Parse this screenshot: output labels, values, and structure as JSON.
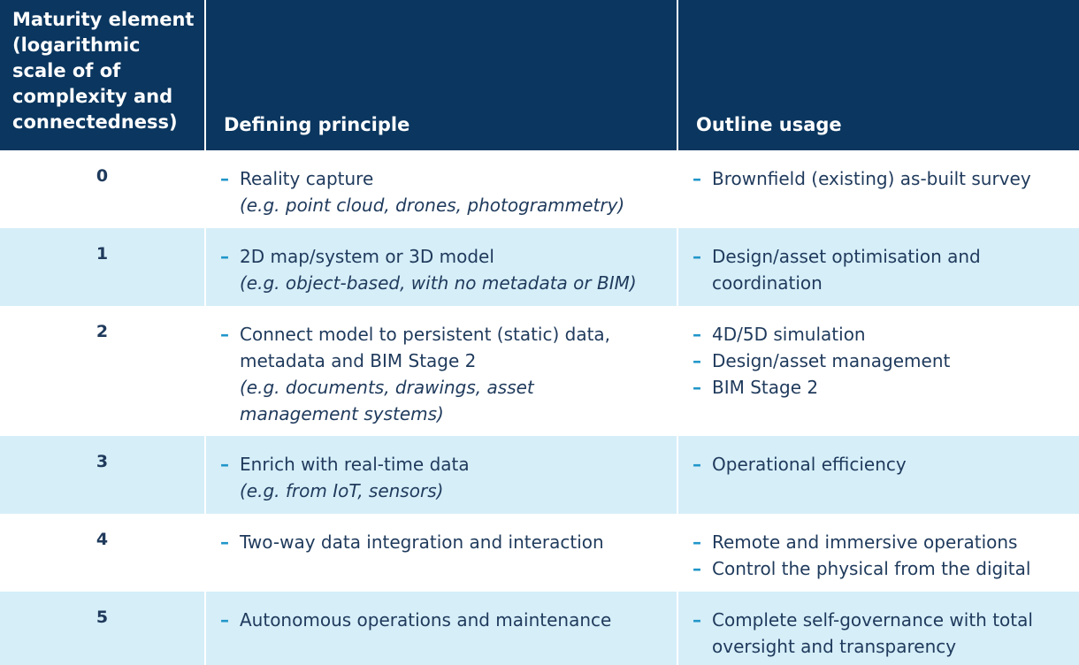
{
  "header": {
    "col1": "Maturity element (logarithmic scale of of complexity and connectedness)",
    "col1_lines": [
      "Maturity element",
      "(logarithmic",
      "scale of of",
      "complexity and",
      "connectedness)"
    ],
    "col2": "Defining principle",
    "col3": "Outline usage"
  },
  "dash": "–",
  "colors": {
    "header_bg": "#0a365f",
    "row_alt_bg": "#d6eef8",
    "text": "#1f3a5c",
    "dash": "#2196c9"
  },
  "rows": [
    {
      "level": "0",
      "principle": [
        "Reality capture"
      ],
      "principle_example": [
        "(e.g. point cloud, drones, photogrammetry)"
      ],
      "usage": [
        [
          "Brownfield (existing) as-built survey"
        ]
      ]
    },
    {
      "level": "1",
      "principle": [
        "2D map/system or 3D model"
      ],
      "principle_example": [
        "(e.g. object-based, with no metadata or BIM)"
      ],
      "usage": [
        [
          "Design/asset optimisation and",
          "coordination"
        ]
      ]
    },
    {
      "level": "2",
      "principle": [
        "Connect model to persistent (static) data,",
        "metadata and BIM Stage 2"
      ],
      "principle_example": [
        "(e.g. documents, drawings, asset",
        "management systems)"
      ],
      "usage": [
        [
          "4D/5D simulation"
        ],
        [
          "Design/asset management"
        ],
        [
          "BIM Stage 2"
        ]
      ]
    },
    {
      "level": "3",
      "principle": [
        "Enrich with real-time data"
      ],
      "principle_example": [
        "(e.g. from IoT, sensors)"
      ],
      "usage": [
        [
          "Operational efficiency"
        ]
      ]
    },
    {
      "level": "4",
      "principle": [
        "Two-way data integration and interaction"
      ],
      "principle_example": [],
      "usage": [
        [
          "Remote and immersive operations"
        ],
        [
          "Control the physical from the digital"
        ]
      ]
    },
    {
      "level": "5",
      "principle": [
        "Autonomous operations and maintenance"
      ],
      "principle_example": [],
      "usage": [
        [
          "Complete self-governance with total",
          "oversight and transparency"
        ]
      ]
    }
  ]
}
